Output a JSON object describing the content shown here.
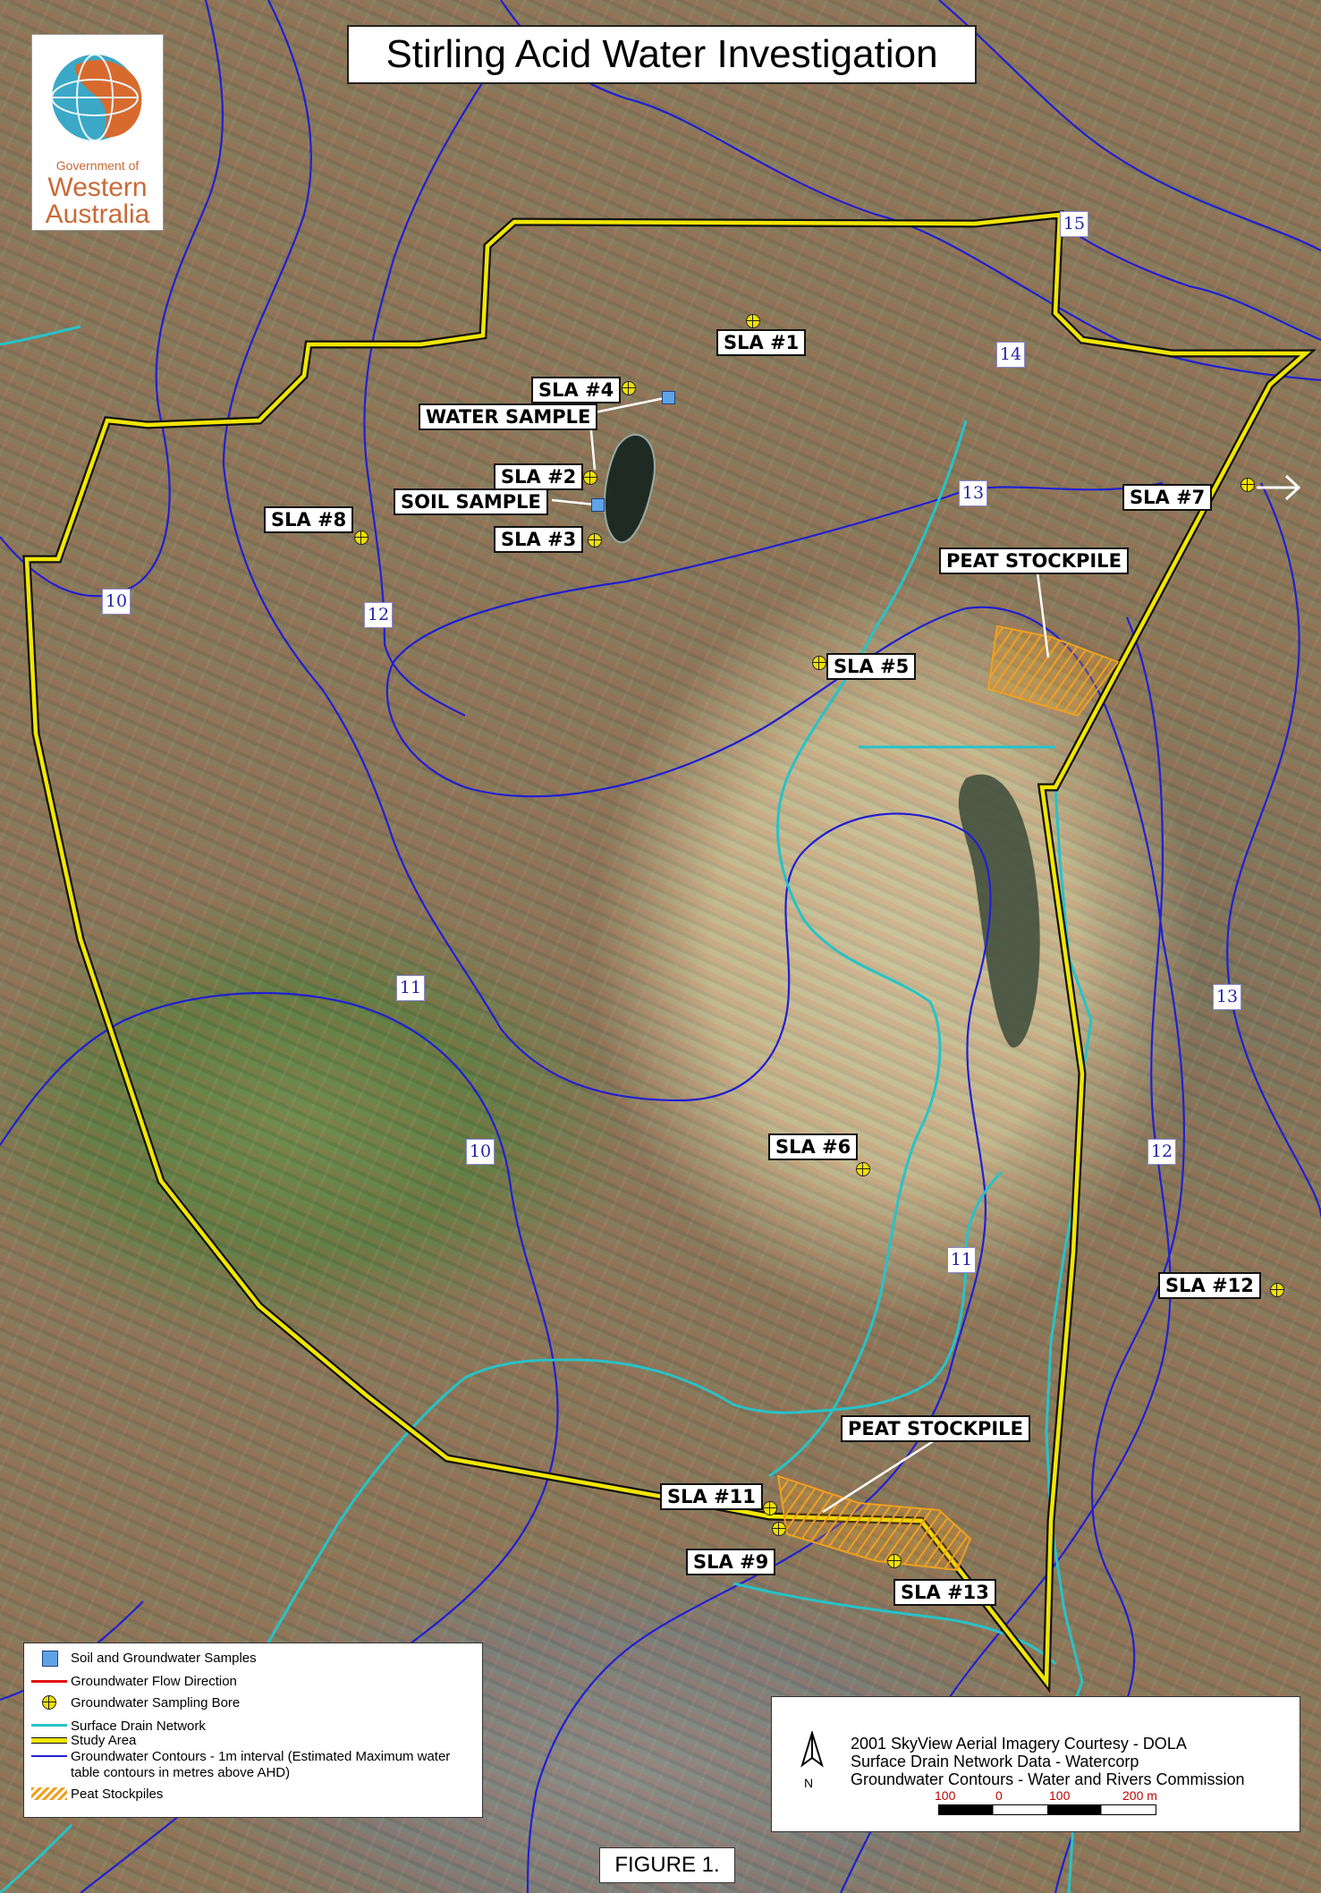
{
  "title": "Stirling Acid Water Investigation",
  "logo": {
    "line1": "Government of",
    "line2": "Western",
    "line3": "Australia"
  },
  "sites": {
    "sla1": "SLA #1",
    "sla2": "SLA #2",
    "sla3": "SLA #3",
    "sla4": "SLA #4",
    "sla5": "SLA #5",
    "sla6": "SLA #6",
    "sla7": "SLA #7",
    "sla8": "SLA #8",
    "sla9": "SLA #9",
    "sla11": "SLA #11",
    "sla12": "SLA #12",
    "sla13": "SLA #13"
  },
  "callouts": {
    "water_sample": "WATER SAMPLE",
    "soil_sample": "SOIL SAMPLE",
    "peat_north": "PEAT STOCKPILE",
    "peat_south": "PEAT STOCKPILE"
  },
  "contours": {
    "c15": "15",
    "c14": "14",
    "c13a": "13",
    "c13b": "13",
    "c12a": "12",
    "c12b": "12",
    "c11a": "11",
    "c11b": "11",
    "c10a": "10",
    "c10b": "10"
  },
  "legend": {
    "items": [
      "Soil and Groundwater Samples",
      "Groundwater Flow Direction",
      "Groundwater Sampling Bore",
      "Surface Drain Network",
      "Study Area",
      "Groundwater Contours - 1m interval (Estimated Maximum water table contours in metres above AHD)",
      "Peat Stockpiles"
    ]
  },
  "credits": {
    "north": "N",
    "line1": "2001 SkyView Aerial Imagery Courtesy - DOLA",
    "line2": "Surface Drain Network Data - Watercorp",
    "line3": "Groundwater Contours - Water and Rivers Commission",
    "scale": [
      "100",
      "0",
      "100",
      "200 m"
    ]
  },
  "figure": "FIGURE 1.",
  "colors": {
    "study_area": "#f2e600",
    "drain": "#27c3c8",
    "contour": "#2020d0",
    "flow": "#e01010",
    "peat": "#f0a020",
    "bore": "#f0e000",
    "sample": "#5fa3e6"
  }
}
